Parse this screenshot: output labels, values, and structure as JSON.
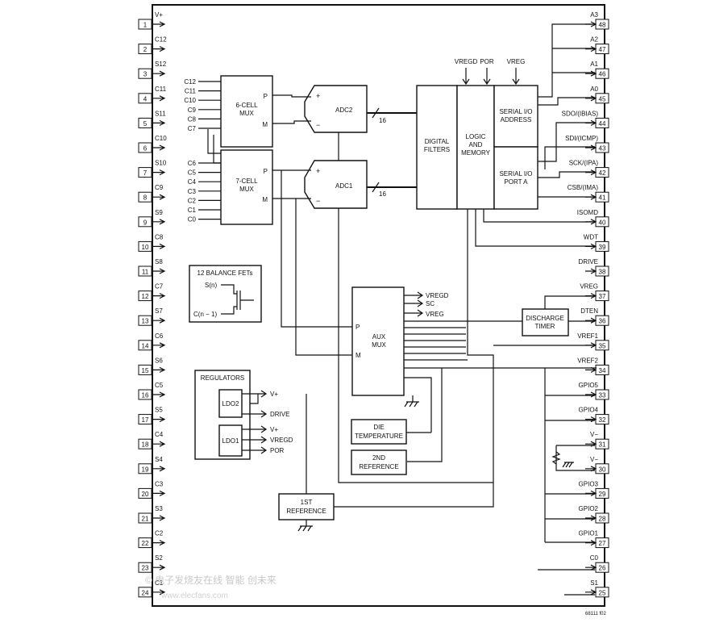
{
  "left_pins": [
    {
      "num": "1",
      "label": "V+"
    },
    {
      "num": "2",
      "label": "C12"
    },
    {
      "num": "3",
      "label": "S12"
    },
    {
      "num": "4",
      "label": "C11"
    },
    {
      "num": "5",
      "label": "S11"
    },
    {
      "num": "6",
      "label": "C10"
    },
    {
      "num": "7",
      "label": "S10"
    },
    {
      "num": "8",
      "label": "C9"
    },
    {
      "num": "9",
      "label": "S9"
    },
    {
      "num": "10",
      "label": "C8"
    },
    {
      "num": "11",
      "label": "S8"
    },
    {
      "num": "12",
      "label": "C7"
    },
    {
      "num": "13",
      "label": "S7"
    },
    {
      "num": "14",
      "label": "C6"
    },
    {
      "num": "15",
      "label": "S6"
    },
    {
      "num": "16",
      "label": "C5"
    },
    {
      "num": "17",
      "label": "S5"
    },
    {
      "num": "18",
      "label": "C4"
    },
    {
      "num": "19",
      "label": "S4"
    },
    {
      "num": "20",
      "label": "C3"
    },
    {
      "num": "21",
      "label": "S3"
    },
    {
      "num": "22",
      "label": "C2"
    },
    {
      "num": "23",
      "label": "S2"
    },
    {
      "num": "24",
      "label": "C1"
    }
  ],
  "right_pins": [
    {
      "num": "48",
      "label": "A3"
    },
    {
      "num": "47",
      "label": "A2"
    },
    {
      "num": "46",
      "label": "A1"
    },
    {
      "num": "45",
      "label": "A0"
    },
    {
      "num": "44",
      "label": "SDO/(IBIAS)"
    },
    {
      "num": "43",
      "label": "SDI/(ICMP)"
    },
    {
      "num": "42",
      "label": "SCK/(IPA)"
    },
    {
      "num": "41",
      "label": "CSB/(IMA)"
    },
    {
      "num": "40",
      "label": "ISOMD"
    },
    {
      "num": "39",
      "label": "WDT"
    },
    {
      "num": "38",
      "label": "DRIVE"
    },
    {
      "num": "37",
      "label": "VREG"
    },
    {
      "num": "36",
      "label": "DTEN"
    },
    {
      "num": "35",
      "label": "VREF1"
    },
    {
      "num": "34",
      "label": "VREF2"
    },
    {
      "num": "33",
      "label": "GPIO5"
    },
    {
      "num": "32",
      "label": "GPIO4"
    },
    {
      "num": "31",
      "label": "V−"
    },
    {
      "num": "30",
      "label": "V−"
    },
    {
      "num": "29",
      "label": "GPIO3"
    },
    {
      "num": "28",
      "label": "GPIO2"
    },
    {
      "num": "27",
      "label": "GPIO1"
    },
    {
      "num": "26",
      "label": "C0"
    },
    {
      "num": "25",
      "label": "S1"
    }
  ],
  "mux6": {
    "title_line1": "6-CELL",
    "title_line2": "MUX",
    "inputs": [
      "C12",
      "C11",
      "C10",
      "C9",
      "C8",
      "C7"
    ],
    "p": "P",
    "m": "M"
  },
  "mux7": {
    "title_line1": "7-CELL",
    "title_line2": "MUX",
    "inputs": [
      "C6",
      "C5",
      "C4",
      "C3",
      "C2",
      "C1",
      "C0"
    ],
    "p": "P",
    "m": "M"
  },
  "adc2": {
    "label": "ADC2",
    "plus": "+",
    "minus": "−",
    "bus": "16"
  },
  "adc1": {
    "label": "ADC1",
    "plus": "+",
    "minus": "−",
    "bus": "16"
  },
  "digital_filters": {
    "line1": "DIGITAL",
    "line2": "FILTERS"
  },
  "logic": {
    "line1": "LOGIC",
    "line2": "AND",
    "line3": "MEMORY"
  },
  "serial_addr": {
    "line1": "SERIAL I/O",
    "line2": "ADDRESS"
  },
  "serial_port": {
    "line1": "SERIAL I/O",
    "line2": "PORT A"
  },
  "top_inputs": [
    "VREGD",
    "POR",
    "VREG"
  ],
  "balance": {
    "title": "12 BALANCE FETs",
    "sn": "S(n)",
    "cn": "C(n − 1)"
  },
  "aux_mux": {
    "line1": "AUX",
    "line2": "MUX",
    "p": "P",
    "m": "M",
    "inputs": [
      "VREGD",
      "SC",
      "VREG"
    ]
  },
  "regulators": {
    "title": "REGULATORS",
    "ldo2": "LDO2",
    "ldo1": "LDO1",
    "ldo2_out": [
      "V+",
      "DRIVE"
    ],
    "ldo1_out": [
      "V+",
      "VREGD",
      "POR"
    ]
  },
  "die_temp": {
    "line1": "DIE",
    "line2": "TEMPERATURE"
  },
  "ref2": {
    "line1": "2ND",
    "line2": "REFERENCE"
  },
  "ref1": {
    "line1": "1ST",
    "line2": "REFERENCE"
  },
  "discharge": {
    "line1": "DISCHARGE",
    "line2": "TIMER"
  },
  "watermark": "© 电子发烧友在线 智能 创未来",
  "watermark_url": "www.elecfans.com",
  "figure_code": "68111 f02"
}
